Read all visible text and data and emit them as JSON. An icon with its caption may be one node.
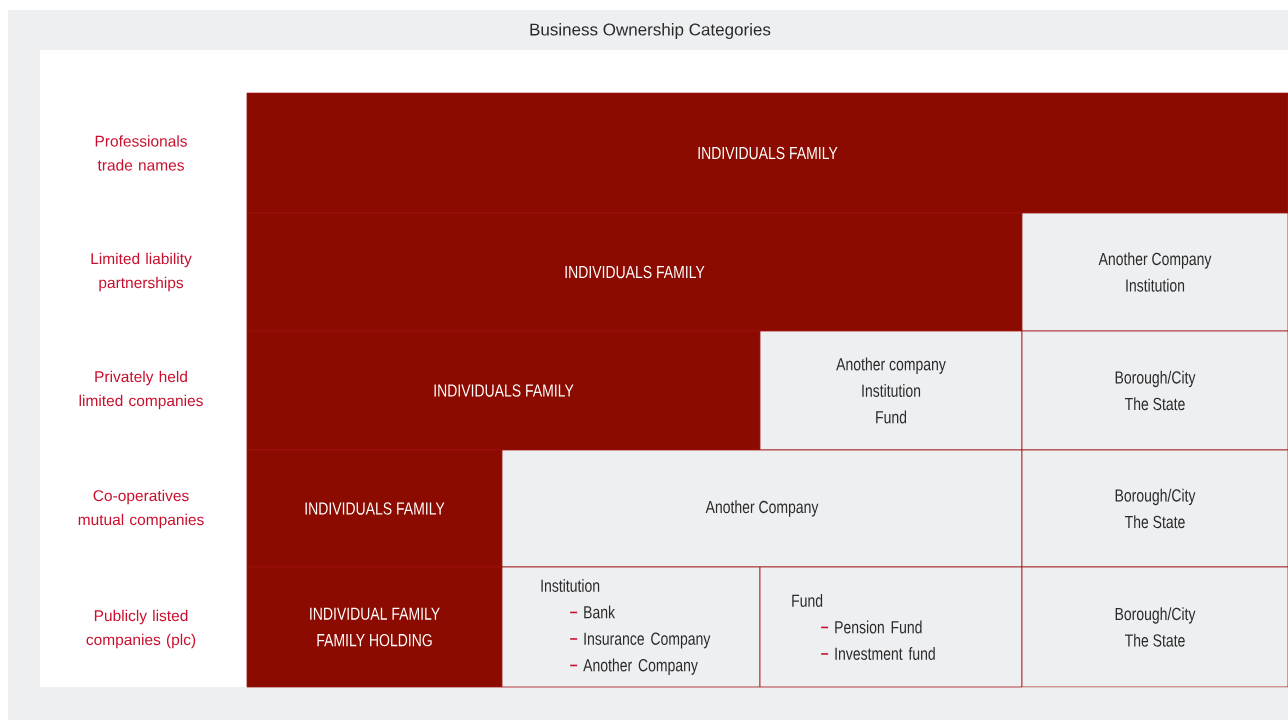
{
  "diagram": {
    "title": "Business Ownership Categories",
    "nodes": [
      {
        "text": [
          "INDIVIDUALS FAMILY"
        ]
      },
      {
        "text": [
          "INDIVIDUALS FAMILY"
        ]
      },
      {
        "text": [
          "Another Company",
          "Institution"
        ]
      },
      {
        "text": [
          "INDIVIDUALS FAMILY"
        ]
      },
      {
        "text": [
          "Another company",
          "Institution",
          "Fund"
        ]
      },
      {
        "text": [
          "Borough/City",
          "The State"
        ]
      },
      {
        "text": [
          "INDIVIDUALS FAMILY"
        ]
      },
      {
        "text": [
          "Another Company"
        ]
      },
      {
        "text": [
          "Borough/City",
          "The State"
        ]
      },
      {
        "text": [
          "INDIVIDUAL FAMILY",
          "FAMILY HOLDING"
        ]
      },
      {
        "text": [
          "Institution",
          "Bank",
          "Insurance Company",
          "Another Company"
        ]
      },
      {
        "text": [
          "Fund",
          "Pension Fund",
          "Investment fund"
        ]
      },
      {
        "text": [
          "Borough/City",
          "The State"
        ]
      }
    ],
    "labels": [
      "Professionals trade names",
      "Limited liability partnerships",
      "Privately held limited companies",
      "Co-operatives mutual companies",
      "Publicly listed companies (plc)"
    ]
  }
}
